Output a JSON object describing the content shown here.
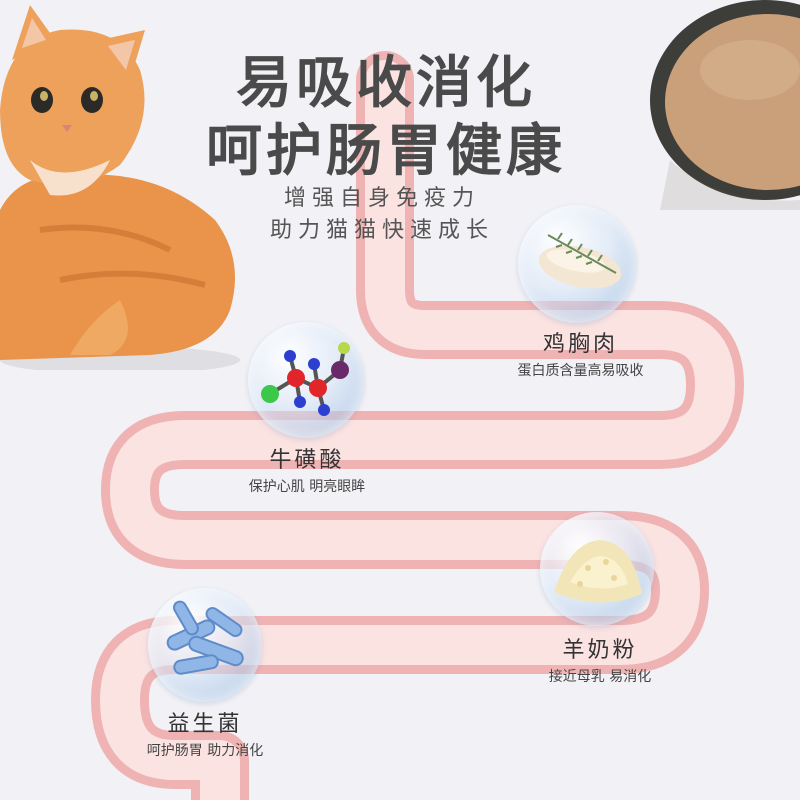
{
  "headline": {
    "line1": "易吸收消化",
    "line2": "呵护肠胃健康"
  },
  "subheadline": {
    "line1": "增强自身免疫力",
    "line2": "助力猫猫快速成长"
  },
  "ingredients": [
    {
      "name": "鸡胸肉",
      "desc": "蛋白质含量高易吸收",
      "icon": "chicken-breast-icon"
    },
    {
      "name": "牛磺酸",
      "desc": "保护心肌 明亮眼眸",
      "icon": "molecule-icon"
    },
    {
      "name": "羊奶粉",
      "desc": "接近母乳 易消化",
      "icon": "milk-powder-icon"
    },
    {
      "name": "益生菌",
      "desc": "呵护肠胃 助力消化",
      "icon": "bacteria-icon"
    }
  ],
  "colors": {
    "background": "#f2f2f6",
    "intestine": "#f0b9b8",
    "intestine_light": "#fbe3e2",
    "headline": "#4a4a4a",
    "cat_orange": "#e9944a",
    "bowl_food": "#c9a07a"
  }
}
